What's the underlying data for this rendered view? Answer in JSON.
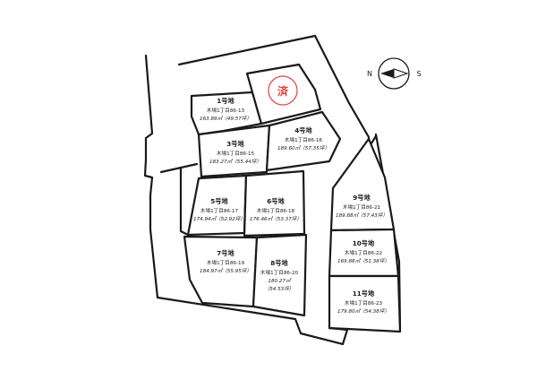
{
  "compass": {
    "north": "N",
    "south": "S"
  },
  "sold_mark": {
    "text": "済",
    "color": "#e4403a",
    "on_lot": "2"
  },
  "lots": [
    {
      "id": "1",
      "name": "1号地",
      "address": "木場1丁目86-13",
      "area": "163.89㎡（49.57坪）"
    },
    {
      "id": "2",
      "name": "",
      "address": "",
      "area": ""
    },
    {
      "id": "3",
      "name": "3号地",
      "address": "木場1丁目86-15",
      "area": "183.27㎡（55.44坪）"
    },
    {
      "id": "4",
      "name": "4号地",
      "address": "木場1丁目86-16",
      "area": "189.60㎡（57.35坪）"
    },
    {
      "id": "5",
      "name": "5号地",
      "address": "木場1丁目86-17",
      "area": "174.94㎡（52.92坪）"
    },
    {
      "id": "6",
      "name": "6号地",
      "address": "木場1丁目86-18",
      "area": "176.46㎡（53.37坪）"
    },
    {
      "id": "7",
      "name": "7号地",
      "address": "木場1丁目86-19",
      "area": "184.97㎡（55.95坪）"
    },
    {
      "id": "8",
      "name": "8号地",
      "address": "木場1丁目86-20",
      "area": "180.27㎡",
      "area2": "（54.53坪）"
    },
    {
      "id": "9",
      "name": "9号地",
      "address": "木場1丁目86-21",
      "area": "189.88㎡（57.43坪）"
    },
    {
      "id": "10",
      "name": "10号地",
      "address": "木場1丁目86-22",
      "area": "169.88㎡（51.38坪）"
    },
    {
      "id": "11",
      "name": "11号地",
      "address": "木場1丁目86-23",
      "area": "179.80㎡（54.38坪）"
    }
  ]
}
